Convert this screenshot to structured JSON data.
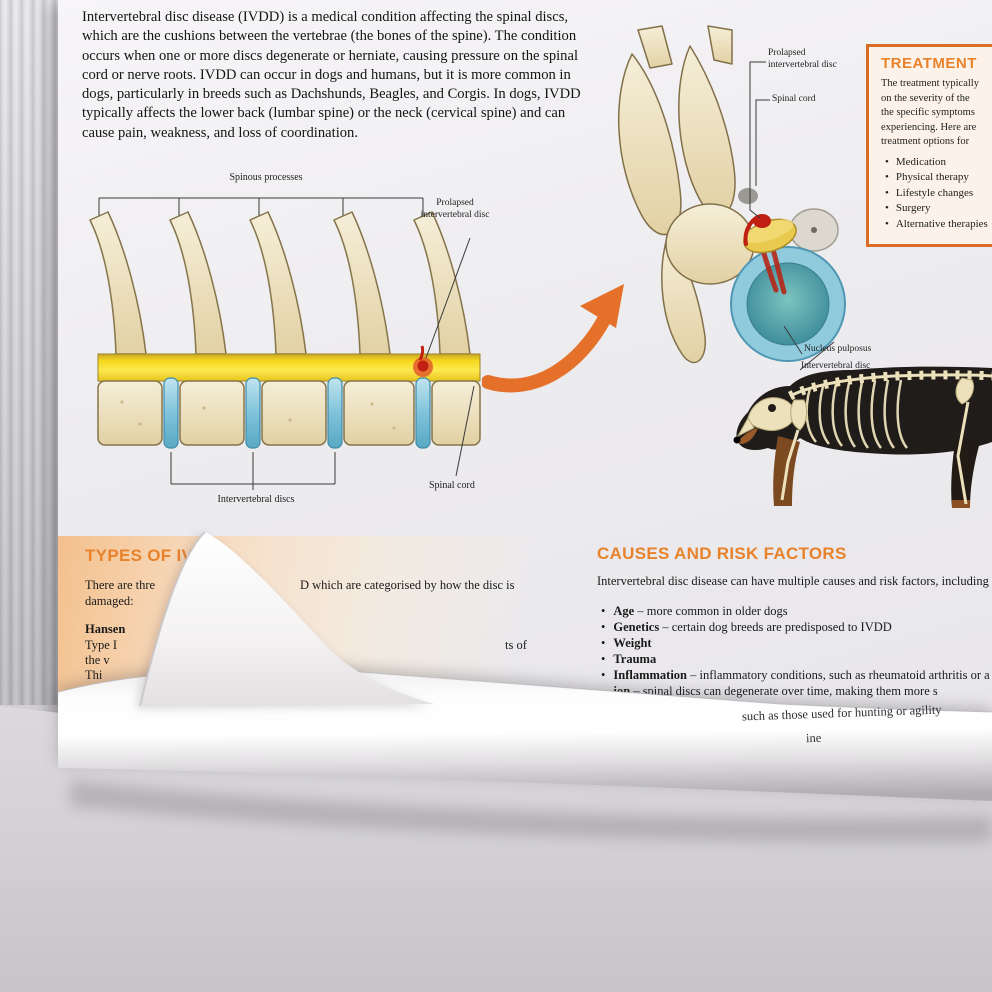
{
  "colors": {
    "accent_orange": "#e8822b",
    "arrow_orange": "#e4702a",
    "bone_beige": "#efe3c2",
    "disc_blue": "#8fcbdd",
    "canal_yellow": "#f2cf1f",
    "alert_red": "#c01f12"
  },
  "intro": {
    "text": "Intervertebral disc disease (IVDD) is a medical condition affecting the spinal discs, which are the cushions between the vertebrae (the bones of the spine). The condition occurs when one or more discs degenerate or herniate, causing pressure on the spinal cord or nerve roots. IVDD can occur in dogs and humans, but it is more common in dogs, particularly in breeds such as Dachshunds, Beagles, and Corgis. In dogs, IVDD typically affects the lower back (lumbar spine) or the neck (cervical spine) and can cause pain, weakness, and loss of coordination."
  },
  "spine_diagram": {
    "labels": {
      "spinous": "Spinous processes",
      "prolapsed": "Prolapsed intervertebral disc",
      "discs": "Intervertebral discs",
      "cord": "Spinal cord"
    }
  },
  "vertebra_diagram": {
    "labels": {
      "prolapsed": "Prolapsed intervertebral disc",
      "cord": "Spinal cord",
      "nucleus": "Nucleus pulposus",
      "disc": "Intervertebral disc"
    }
  },
  "treatment": {
    "title": "TREATMENT",
    "lines": [
      "The treatment typically",
      "on the severity of the",
      "the specific symptoms",
      "experiencing. Here are",
      "treatment options for"
    ],
    "bullets": [
      "Medication",
      "Physical therapy",
      "Lifestyle changes",
      "Surgery",
      "Alternative therapies"
    ]
  },
  "types": {
    "title": "TYPES OF IVDD",
    "line1_start": "There are thre",
    "line1_end": "D which are categorised by how the disc is",
    "line2": "damaged:",
    "frag_hansen": "Hansen",
    "frag_type": "Type I",
    "frag_ts": "ts of",
    "frag_the": "the v",
    "frag_thi": "Thi"
  },
  "causes": {
    "title": "CAUSES AND RISK FACTORS",
    "intro": "Intervertebral disc disease can have multiple causes and risk factors, including",
    "bullets": [
      {
        "lead": "Age",
        "rest": " – more common in older dogs"
      },
      {
        "lead": "Genetics",
        "rest": " – certain dog breeds are predisposed to IVDD"
      },
      {
        "lead": "Weight",
        "rest": ""
      },
      {
        "lead": "Trauma",
        "rest": ""
      },
      {
        "lead": "Inflammation",
        "rest": " – inflammatory conditions, such as rheumatoid arthritis or a"
      },
      {
        "lead": "ion",
        "rest": " – spinal discs can degenerate over time, making them more s"
      }
    ],
    "curl_fragments": {
      "f1": "such as those used for hunting or agility",
      "f2": "ine"
    }
  }
}
